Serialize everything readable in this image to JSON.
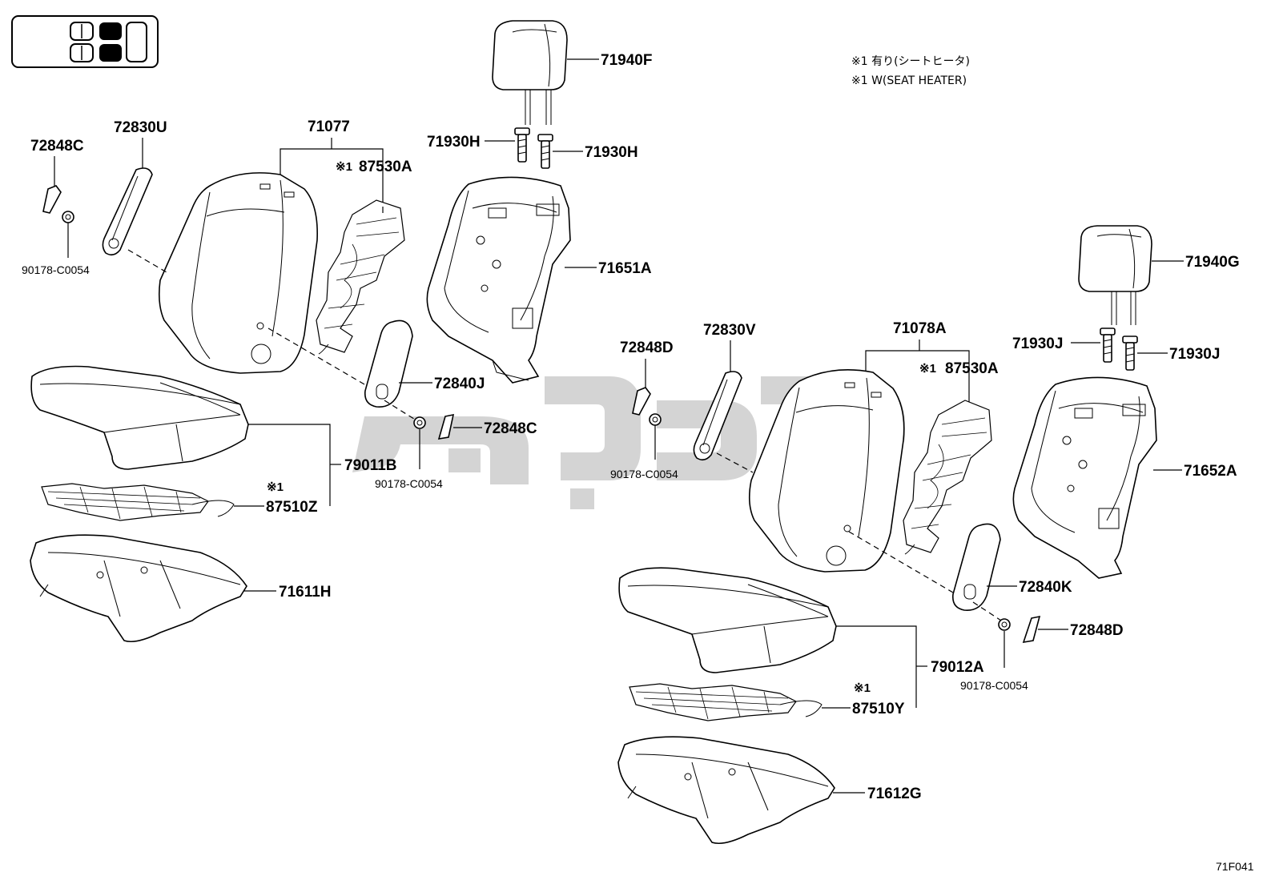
{
  "notes": {
    "jp": "※1 有り(シートヒータ)",
    "en": "※1 W(SEAT HEATER)"
  },
  "mark": "※1",
  "figure_code": "71F041",
  "left_seat": {
    "headrest": "71940F",
    "guide_a": "71930H",
    "guide_b": "71930H",
    "cover_assy": "71077",
    "back_heater": "87530A",
    "back_frame_pad": "71651A",
    "trim_cover_long": "72830U",
    "cap_top": "72848C",
    "clip_top": "90178-C0054",
    "shield_side": "72840J",
    "cap_mid": "72848C",
    "clip_mid": "90178-C0054",
    "cushion_assy": "79011B",
    "cushion_heater": "87510Z",
    "cushion_pad": "71611H"
  },
  "right_seat": {
    "headrest": "71940G",
    "guide_a": "71930J",
    "guide_b": "71930J",
    "cover_assy": "71078A",
    "back_heater": "87530A",
    "back_frame_pad": "71652A",
    "trim_cover_long": "72830V",
    "cap_top": "72848D",
    "clip_top": "90178-C0054",
    "shield_side": "72840K",
    "cap_low": "72848D",
    "clip_low": "90178-C0054",
    "cushion_assy": "79012A",
    "cushion_heater": "87510Y",
    "cushion_pad": "71612G"
  },
  "colors": {
    "line": "#000000",
    "background": "#ffffff",
    "watermark": "#c9c9c9"
  }
}
